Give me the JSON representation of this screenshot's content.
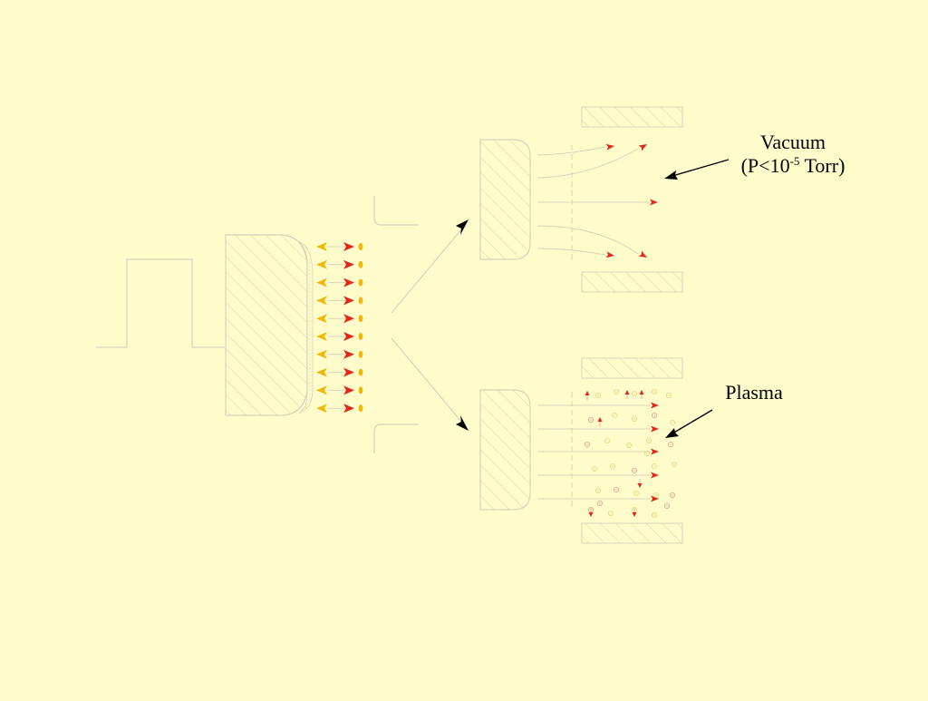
{
  "labels": {
    "vacuum_line1": "Vacuum",
    "vacuum_line2_prefix": "(P<10",
    "vacuum_exponent": "-5",
    "vacuum_line2_suffix": " Torr)",
    "plasma": "Plasma"
  },
  "colors": {
    "background": "#FFFCCB",
    "outline": "#D8D3B8",
    "hatch": "#D8D3B8",
    "arrow_red": "#E2261C",
    "arrow_yellow": "#F1B70C",
    "ion_red": "#E89A90",
    "ion_yellow": "#EAD47A",
    "pointer": "#000000"
  },
  "icons": {
    "vacuum_pointer": "arrow-pointer-icon",
    "plasma_pointer": "arrow-pointer-icon",
    "branch_up": "arrowhead-icon",
    "branch_down": "arrowhead-icon"
  }
}
